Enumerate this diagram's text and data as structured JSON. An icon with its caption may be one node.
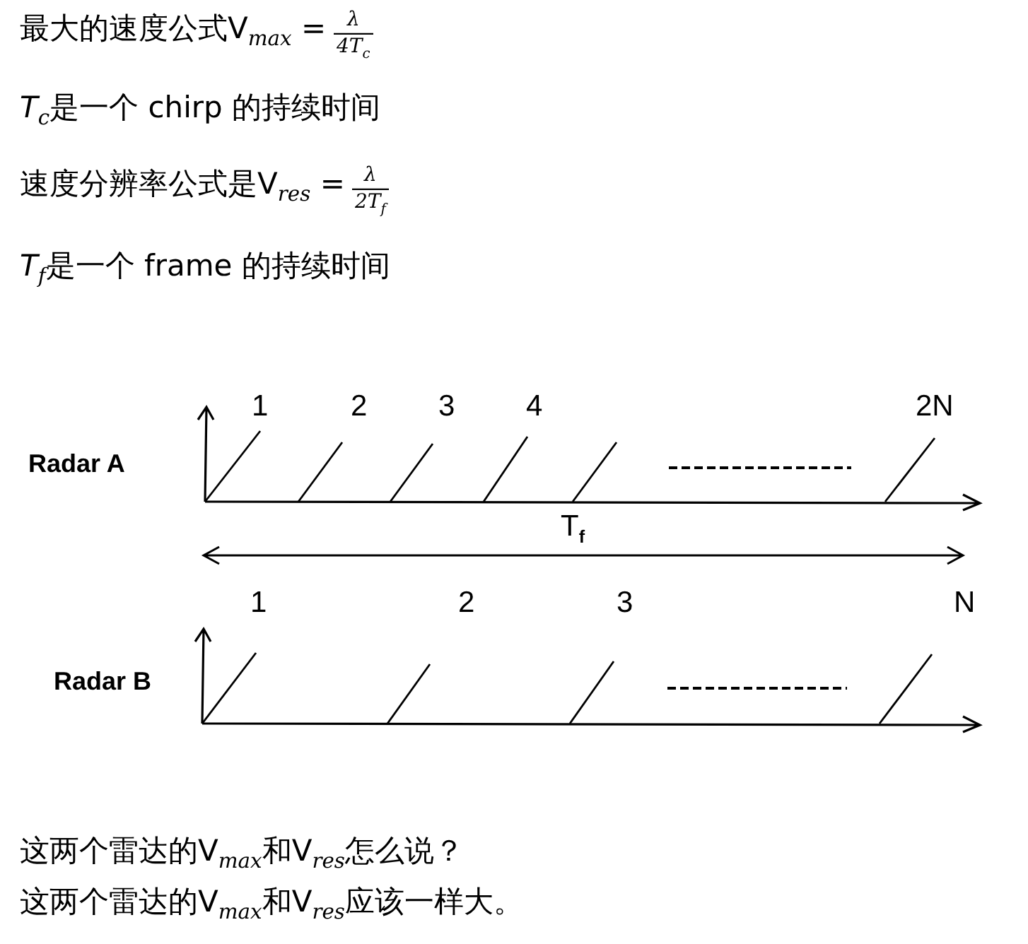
{
  "diagram": {
    "labels": [
      "最大的速度公式V$_{max}$ =",
      "λ",
      "4T$_{c}$",
      "*T*$_{c}$是一个 chirp 的持续时间",
      "速度分辨率公式是V$_{res}$ =",
      "λ",
      "2T$_{f}$",
      "*T*$_{f}$是一个 frame 的持续时间",
      "1",
      "2",
      "3",
      "4",
      "2N",
      "Radar A",
      "T$_{f}$",
      "1",
      "2",
      "3",
      "N",
      "Radar B",
      "这两个雷达的V$_{max}$和V$_{res}$怎么说？",
      "这两个雷达的V$_{max}$和V$_{res}$应该一样大。"
    ]
  }
}
